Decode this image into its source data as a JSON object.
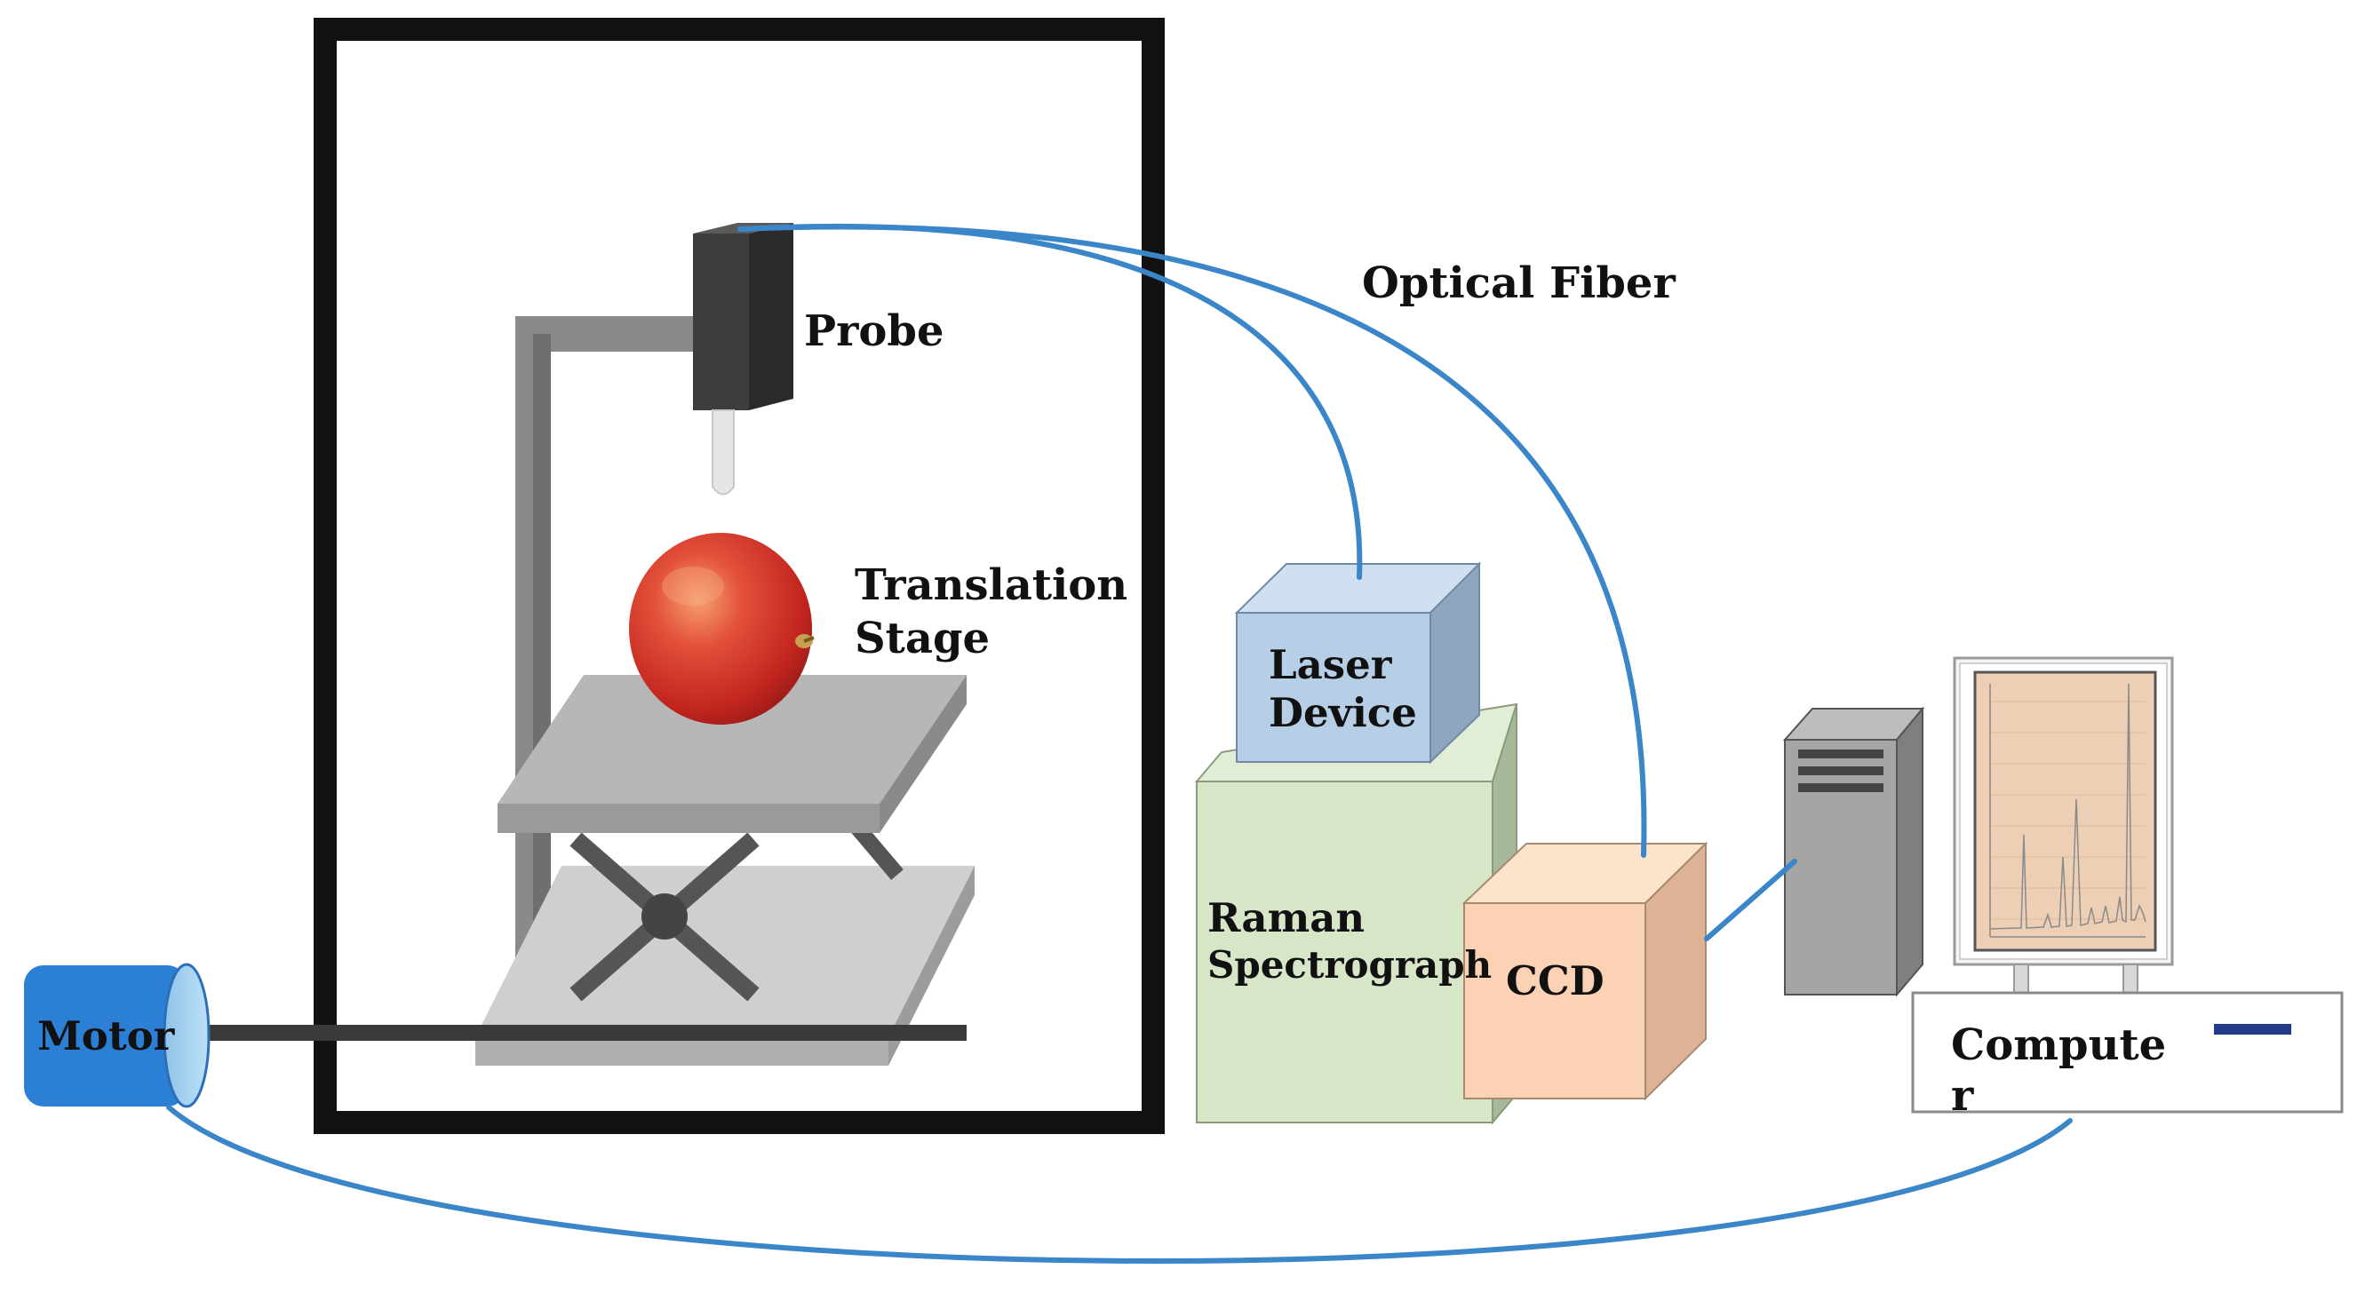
{
  "labels": {
    "probe": "Probe",
    "optical_fiber": "Optical Fiber",
    "translation_line1": "Translation",
    "translation_line2": "Stage",
    "laser_line1": "Laser",
    "laser_line2": "Device",
    "raman_line1": "Raman",
    "raman_line2": "Spectrograph",
    "ccd": "CCD",
    "computer_line1": "Compute",
    "computer_line2": "r",
    "motor": "Motor"
  },
  "colors": {
    "fiber": "#3a86c8",
    "frame": "#111111",
    "motor": "#2b7fd4",
    "laser_box": "#b7cfe6",
    "raman_box": "#d6e6c6",
    "ccd_box": "#fbd2b4",
    "stage": "#bdbdbd",
    "probe": "#3a3a3a",
    "apple": "#d63a2e",
    "screen": "#eccfb4"
  },
  "icons": [
    "probe-icon",
    "apple-icon",
    "translation-stage-icon",
    "motor-icon",
    "laser-device-icon",
    "raman-spectrograph-icon",
    "ccd-icon",
    "tower-pc-icon",
    "monitor-icon",
    "spectrum-icon"
  ]
}
